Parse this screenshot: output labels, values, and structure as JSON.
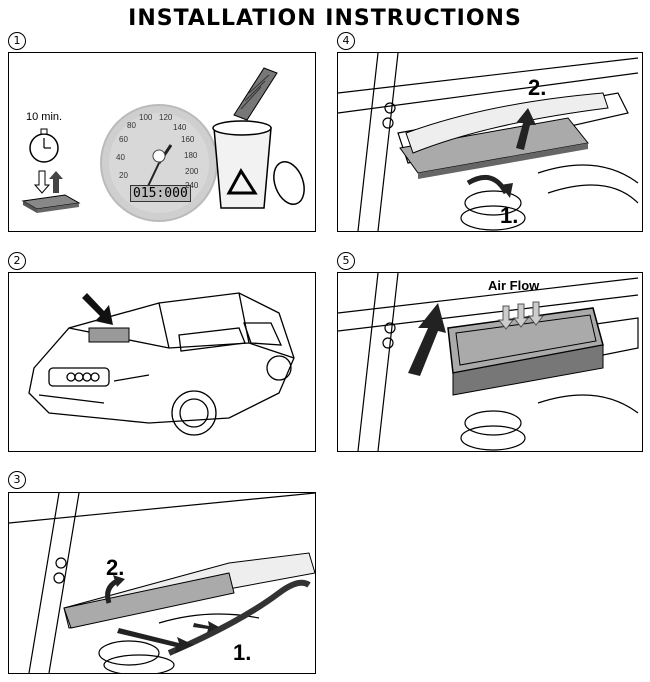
{
  "title": "INSTALLATION INSTRUCTIONS",
  "steps": [
    {
      "number": "1"
    },
    {
      "number": "2"
    },
    {
      "number": "3"
    },
    {
      "number": "4"
    },
    {
      "number": "5"
    }
  ],
  "panel1": {
    "timer_label": "10 min.",
    "odometer": "015:000",
    "speedo_ticks": [
      "20",
      "40",
      "60",
      "80",
      "100",
      "120",
      "140",
      "160",
      "180",
      "200",
      "240"
    ]
  },
  "panel3": {
    "label_1": "1.",
    "label_2": "2."
  },
  "panel4": {
    "label_1": "1.",
    "label_2": "2."
  },
  "panel5": {
    "air_flow": "Air Flow"
  },
  "colors": {
    "filter": "#9a9a9a",
    "arrow": "#333333",
    "dial": "#cfcfcf"
  }
}
